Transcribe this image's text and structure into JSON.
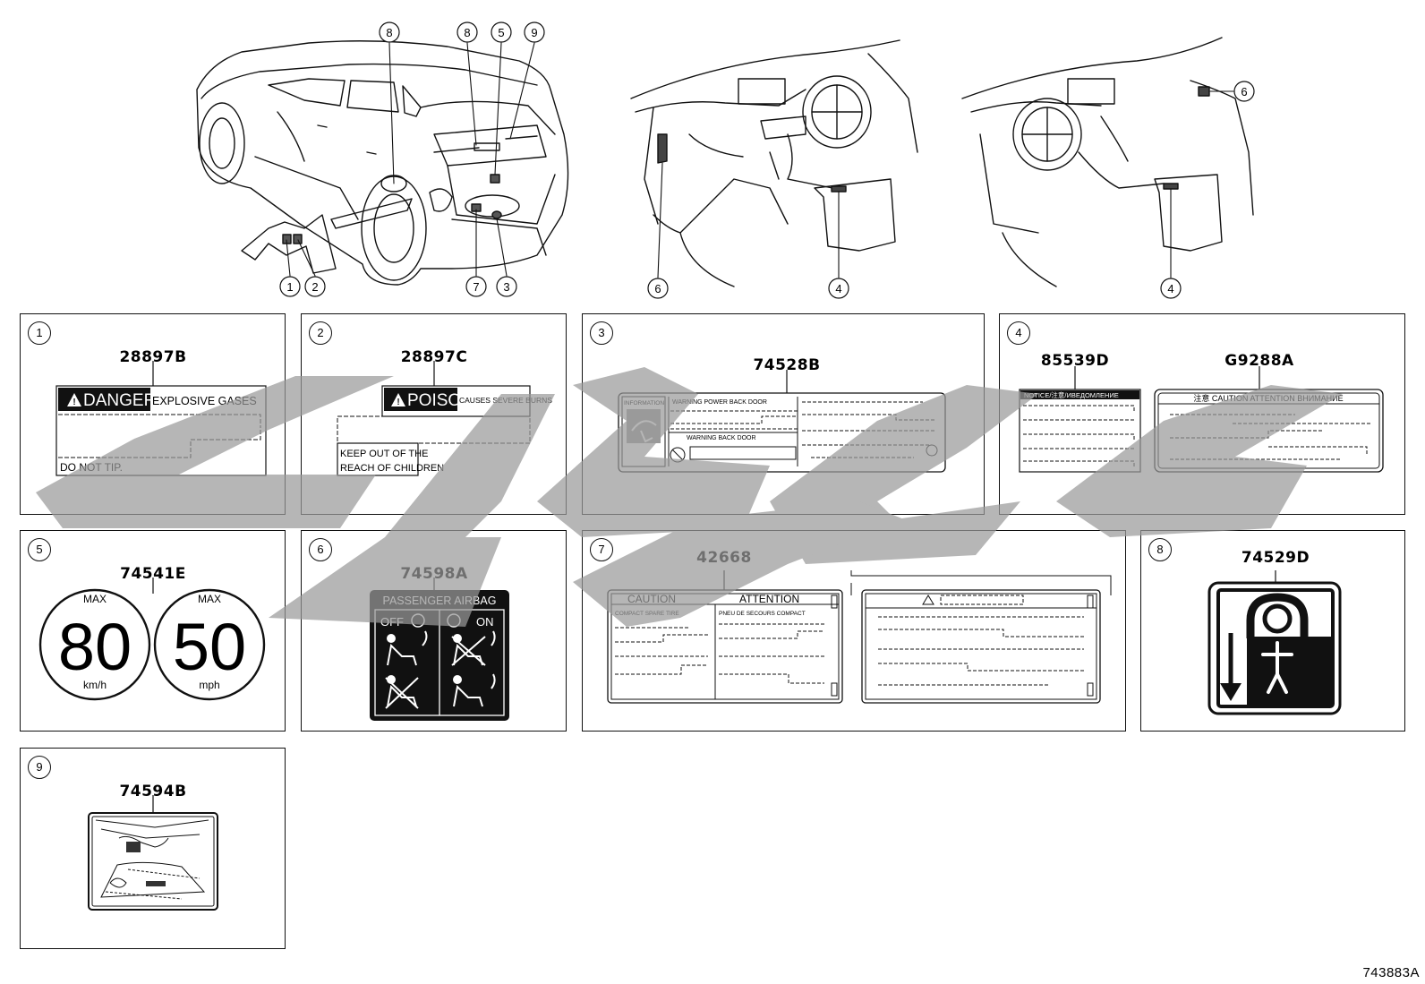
{
  "callouts": {
    "car_exterior": [
      "8",
      "8",
      "5",
      "9",
      "1",
      "2",
      "7",
      "3"
    ],
    "dash_rhd": [
      "6",
      "4"
    ],
    "dash_lhd": [
      "6",
      "4"
    ]
  },
  "panels": [
    {
      "num": "1",
      "part": "28897B",
      "label": {
        "danger": "DANGER",
        "explosive": "EXPLOSIVE GASES",
        "tip": "DO NOT TIP."
      }
    },
    {
      "num": "2",
      "part": "28897C",
      "label": {
        "poison": "POISON",
        "burns": "CAUSES SEVERE BURNS",
        "keep1": "KEEP OUT OF THE",
        "keep2": "REACH OF CHILDREN"
      }
    },
    {
      "num": "3",
      "part": "74528B",
      "label": {
        "info": "INFORMATION",
        "warn1": "WARNING  POWER BACK DOOR",
        "warn2": "WARNING  BACK DOOR"
      }
    },
    {
      "num": "4",
      "parts": [
        "85539D",
        "G9288A"
      ],
      "label": {
        "notice": "NOTICE/注意/ИВЕДОМЛЕНИЕ",
        "caution": "注意  CAUTION  ATTENTION  ВНИМАНИЕ"
      }
    },
    {
      "num": "5",
      "part": "74541E",
      "label": {
        "max1": "MAX",
        "speed1": "80",
        "unit1": "km/h",
        "max2": "MAX",
        "speed2": "50",
        "unit2": "mph"
      }
    },
    {
      "num": "6",
      "part": "74598A",
      "label": {
        "title": "PASSENGER  AIRBAG",
        "off": "OFF",
        "on": "ON"
      }
    },
    {
      "num": "7",
      "part": "42668",
      "label": {
        "caution": "CAUTION",
        "attention": "ATTENTION",
        "spare": "COMPACT SPARE TIRE",
        "pneu": "PNEU DE SECOURS COMPACT"
      }
    },
    {
      "num": "8",
      "part": "74529D"
    },
    {
      "num": "9",
      "part": "74594B"
    }
  ],
  "drawing_code": "743883A",
  "watermark_color": "#9a9a9a"
}
